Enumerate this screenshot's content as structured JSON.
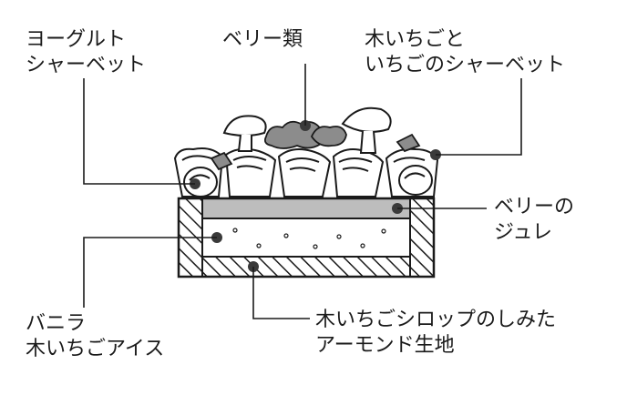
{
  "labels": {
    "yogurt_sherbet": {
      "line1": "ヨーグルト",
      "line2": "シャーベット"
    },
    "berries": {
      "line1": "ベリー類"
    },
    "strawberry_sherbet": {
      "line1": "木いちごと",
      "line2": "いちごのシャーベット"
    },
    "berry_jelly": {
      "line1": "ベリーの",
      "line2": "ジュレ"
    },
    "vanilla_ice": {
      "line1": "バニラ",
      "line2": "木いちごアイス"
    },
    "almond_base": {
      "line1": "木いちごシロップのしみた",
      "line2": "アーモンド生地"
    }
  },
  "colors": {
    "line": "#1a1a1a",
    "jelly": "#bdbdbd",
    "berry": "#8c8c8c",
    "dot": "#3a3a3a"
  }
}
